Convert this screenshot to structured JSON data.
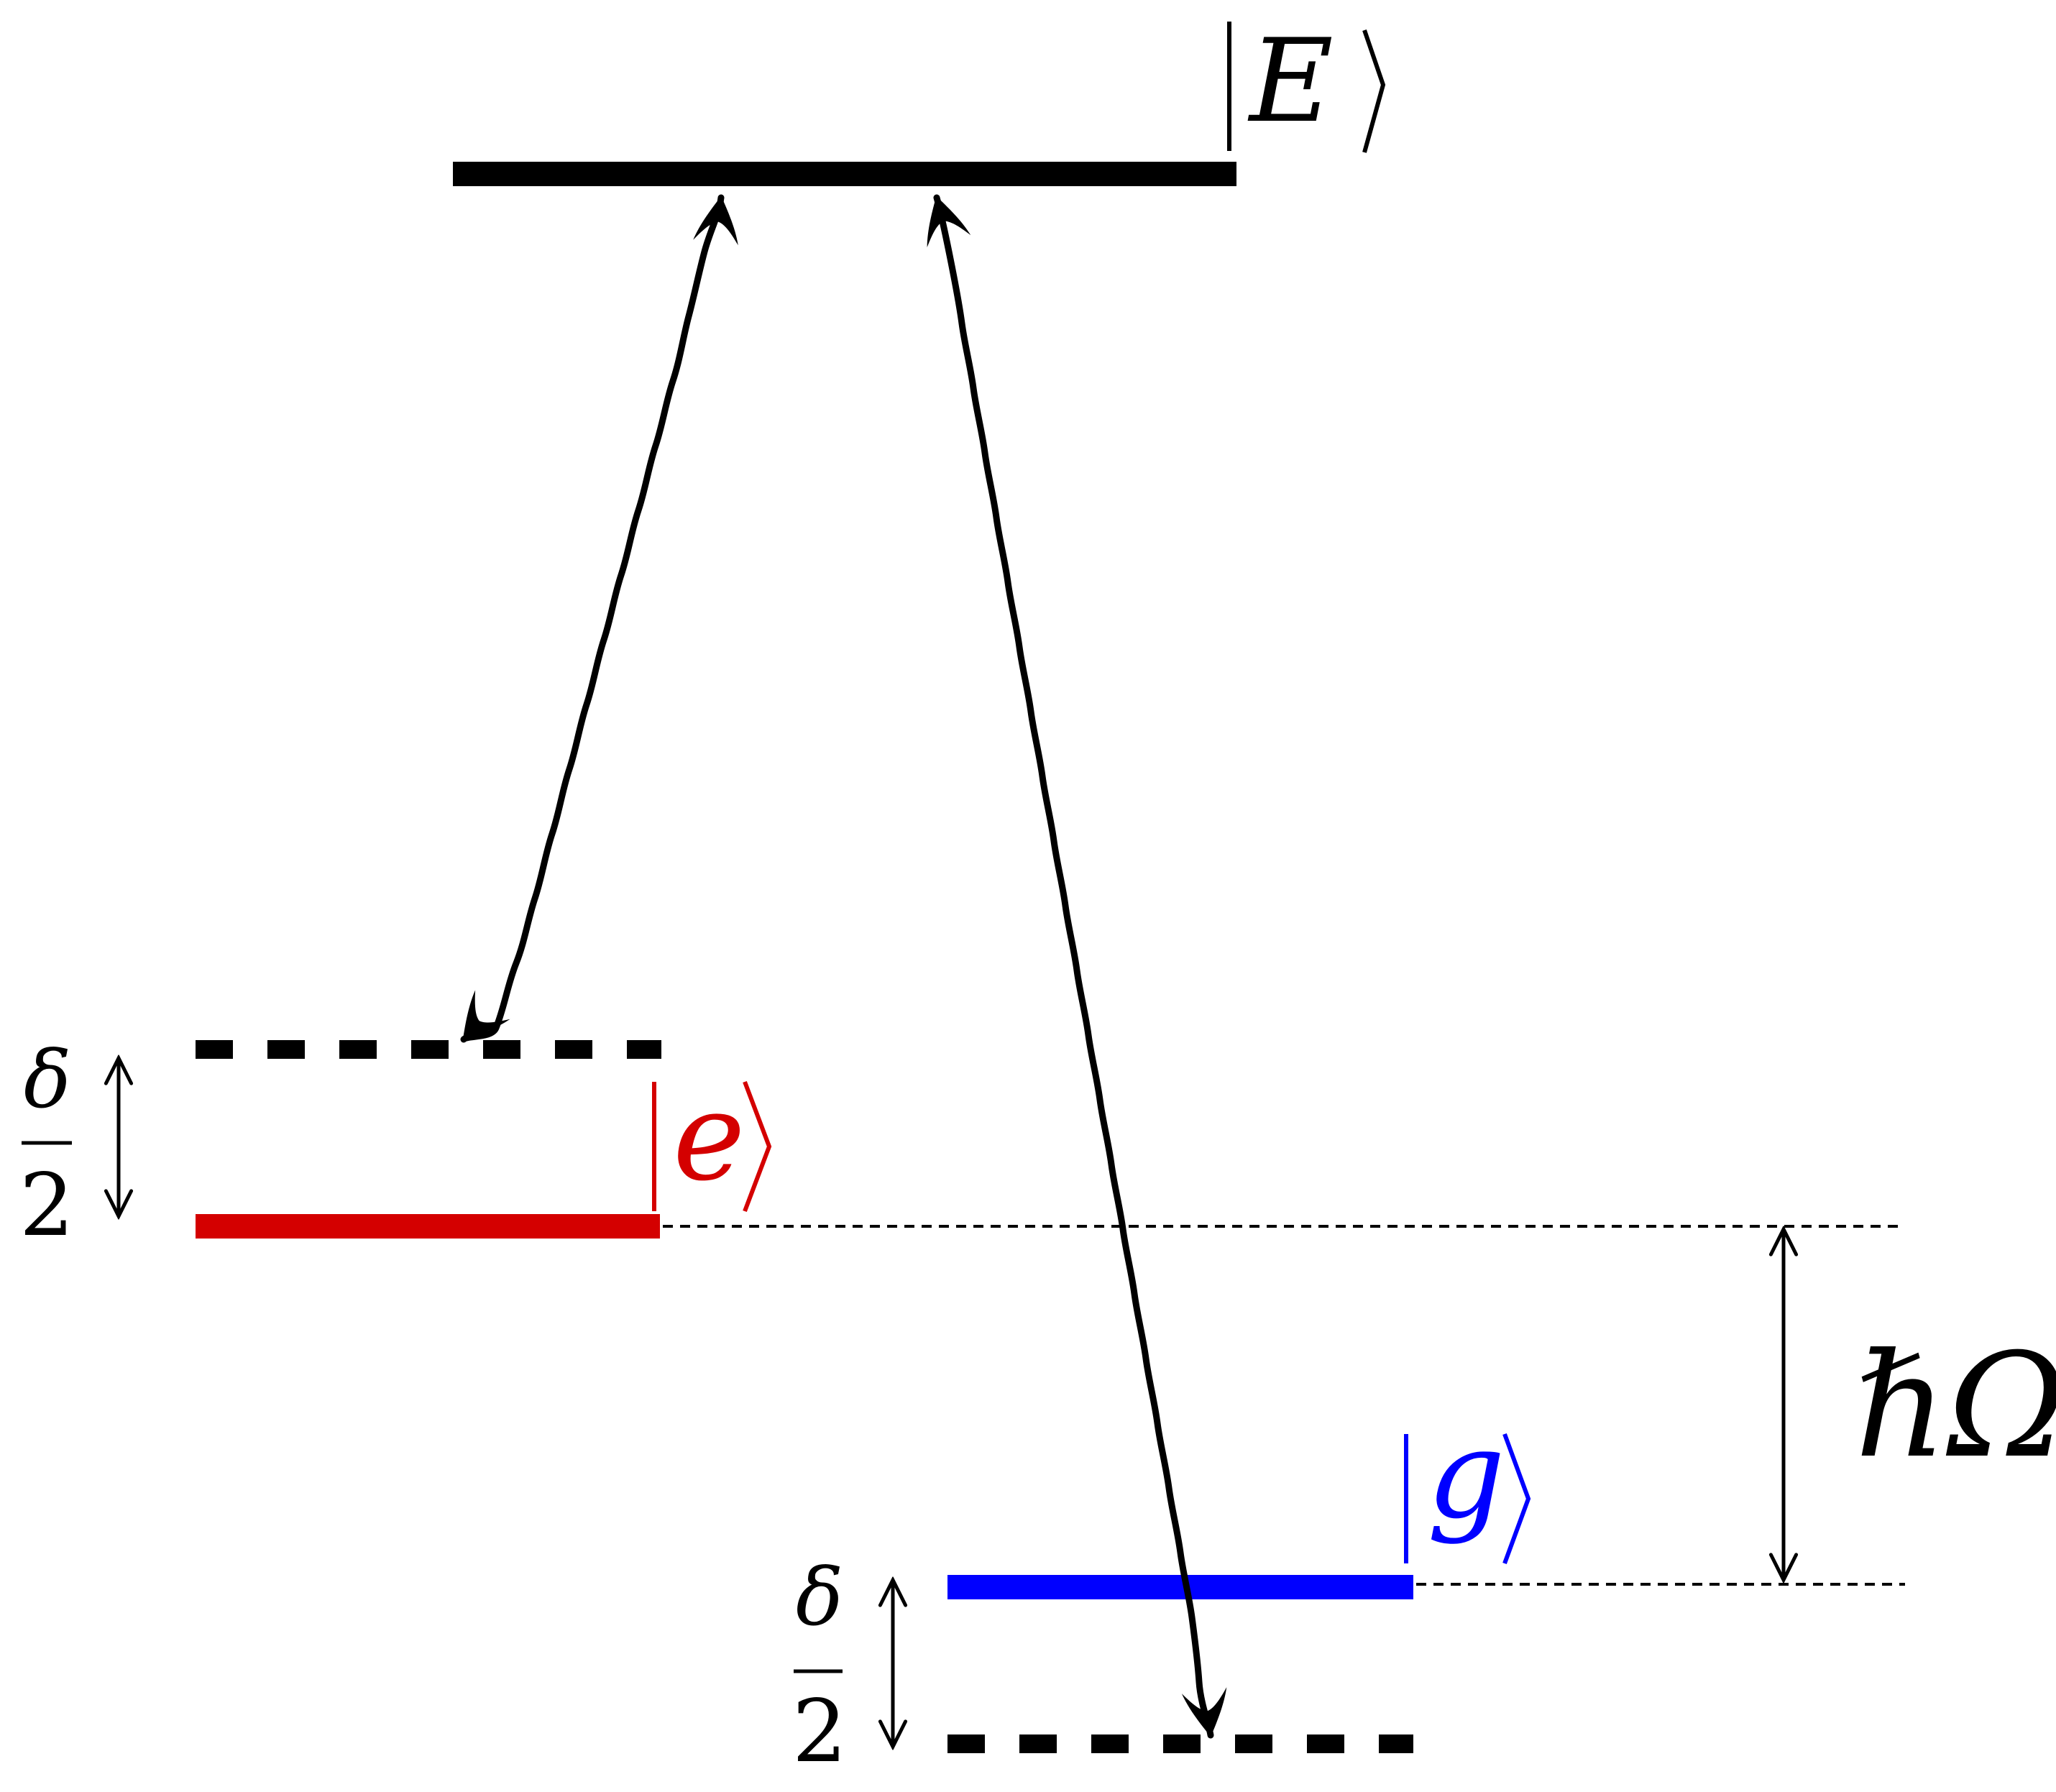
{
  "colors": {
    "ink": "#000000",
    "e_state": "#d40000",
    "g_state": "#0000ff",
    "background": "#ffffff"
  },
  "levels": {
    "E": {
      "label_open": "|",
      "label_symbol": "E",
      "label_close": "⟩"
    },
    "e": {
      "label_open": "|",
      "label_symbol": "e",
      "label_close": "⟩"
    },
    "g": {
      "label_open": "|",
      "label_symbol": "g",
      "label_close": "⟩"
    }
  },
  "annotations": {
    "delta_top_numerator": "δ",
    "delta_top_denominator": "2",
    "delta_bottom_numerator": "δ",
    "delta_bottom_denominator": "2",
    "splitting": "ℏΩ"
  },
  "icons": {
    "transition_arrow": "wavy-double-arrow-icon",
    "gap_arrow": "double-arrow-icon"
  }
}
